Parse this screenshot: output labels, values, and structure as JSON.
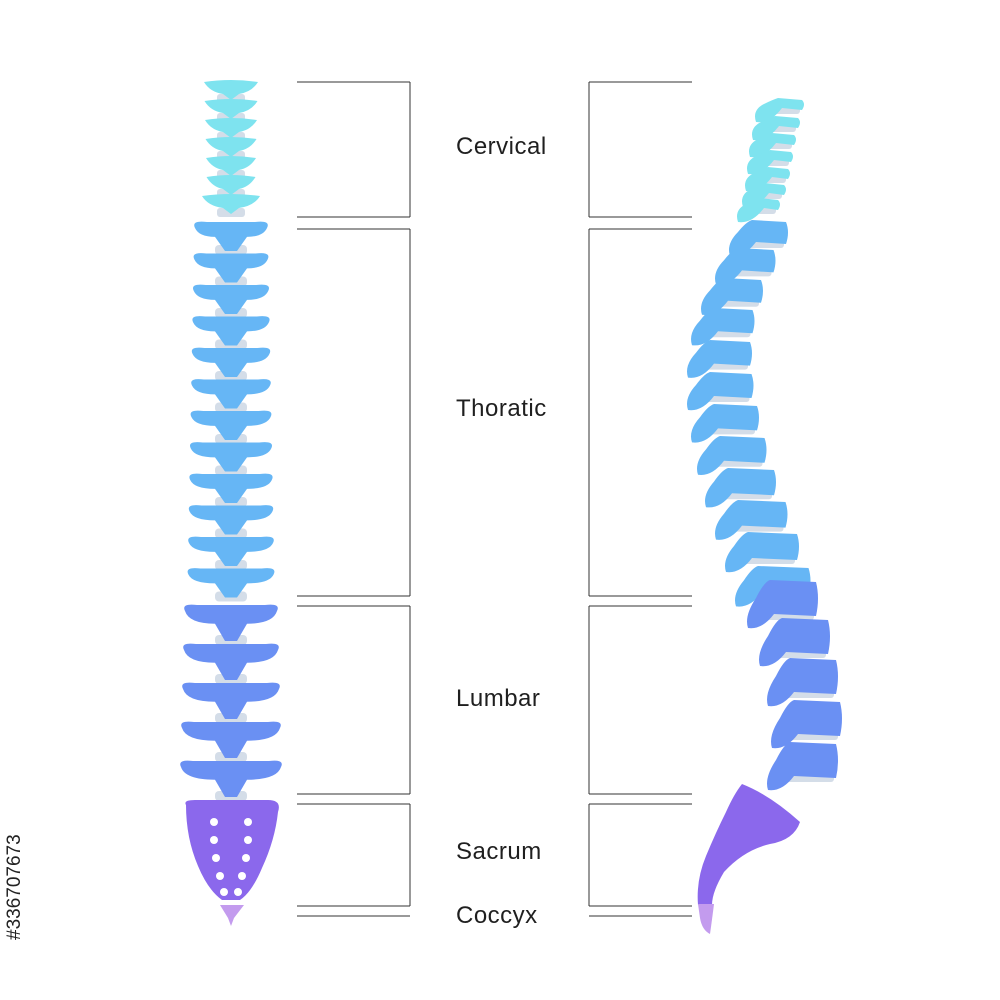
{
  "labels": {
    "cervical": "Cervical",
    "thoracic": "Thoratic",
    "lumbar": "Lumbar",
    "sacrum": "Sacrum",
    "coccyx": "Coccyx"
  },
  "stock_id": "#336707673",
  "colors": {
    "cervical": "#7ee3ef",
    "thoracic": "#66b6f5",
    "lumbar": "#6a90f3",
    "sacrum": "#8b68ec",
    "coccyx": "#c39bee",
    "disc": "#d4dde8",
    "bracket": "#333333"
  },
  "vertebra_counts": {
    "cervical": 7,
    "thoracic": 12,
    "lumbar": 5
  }
}
